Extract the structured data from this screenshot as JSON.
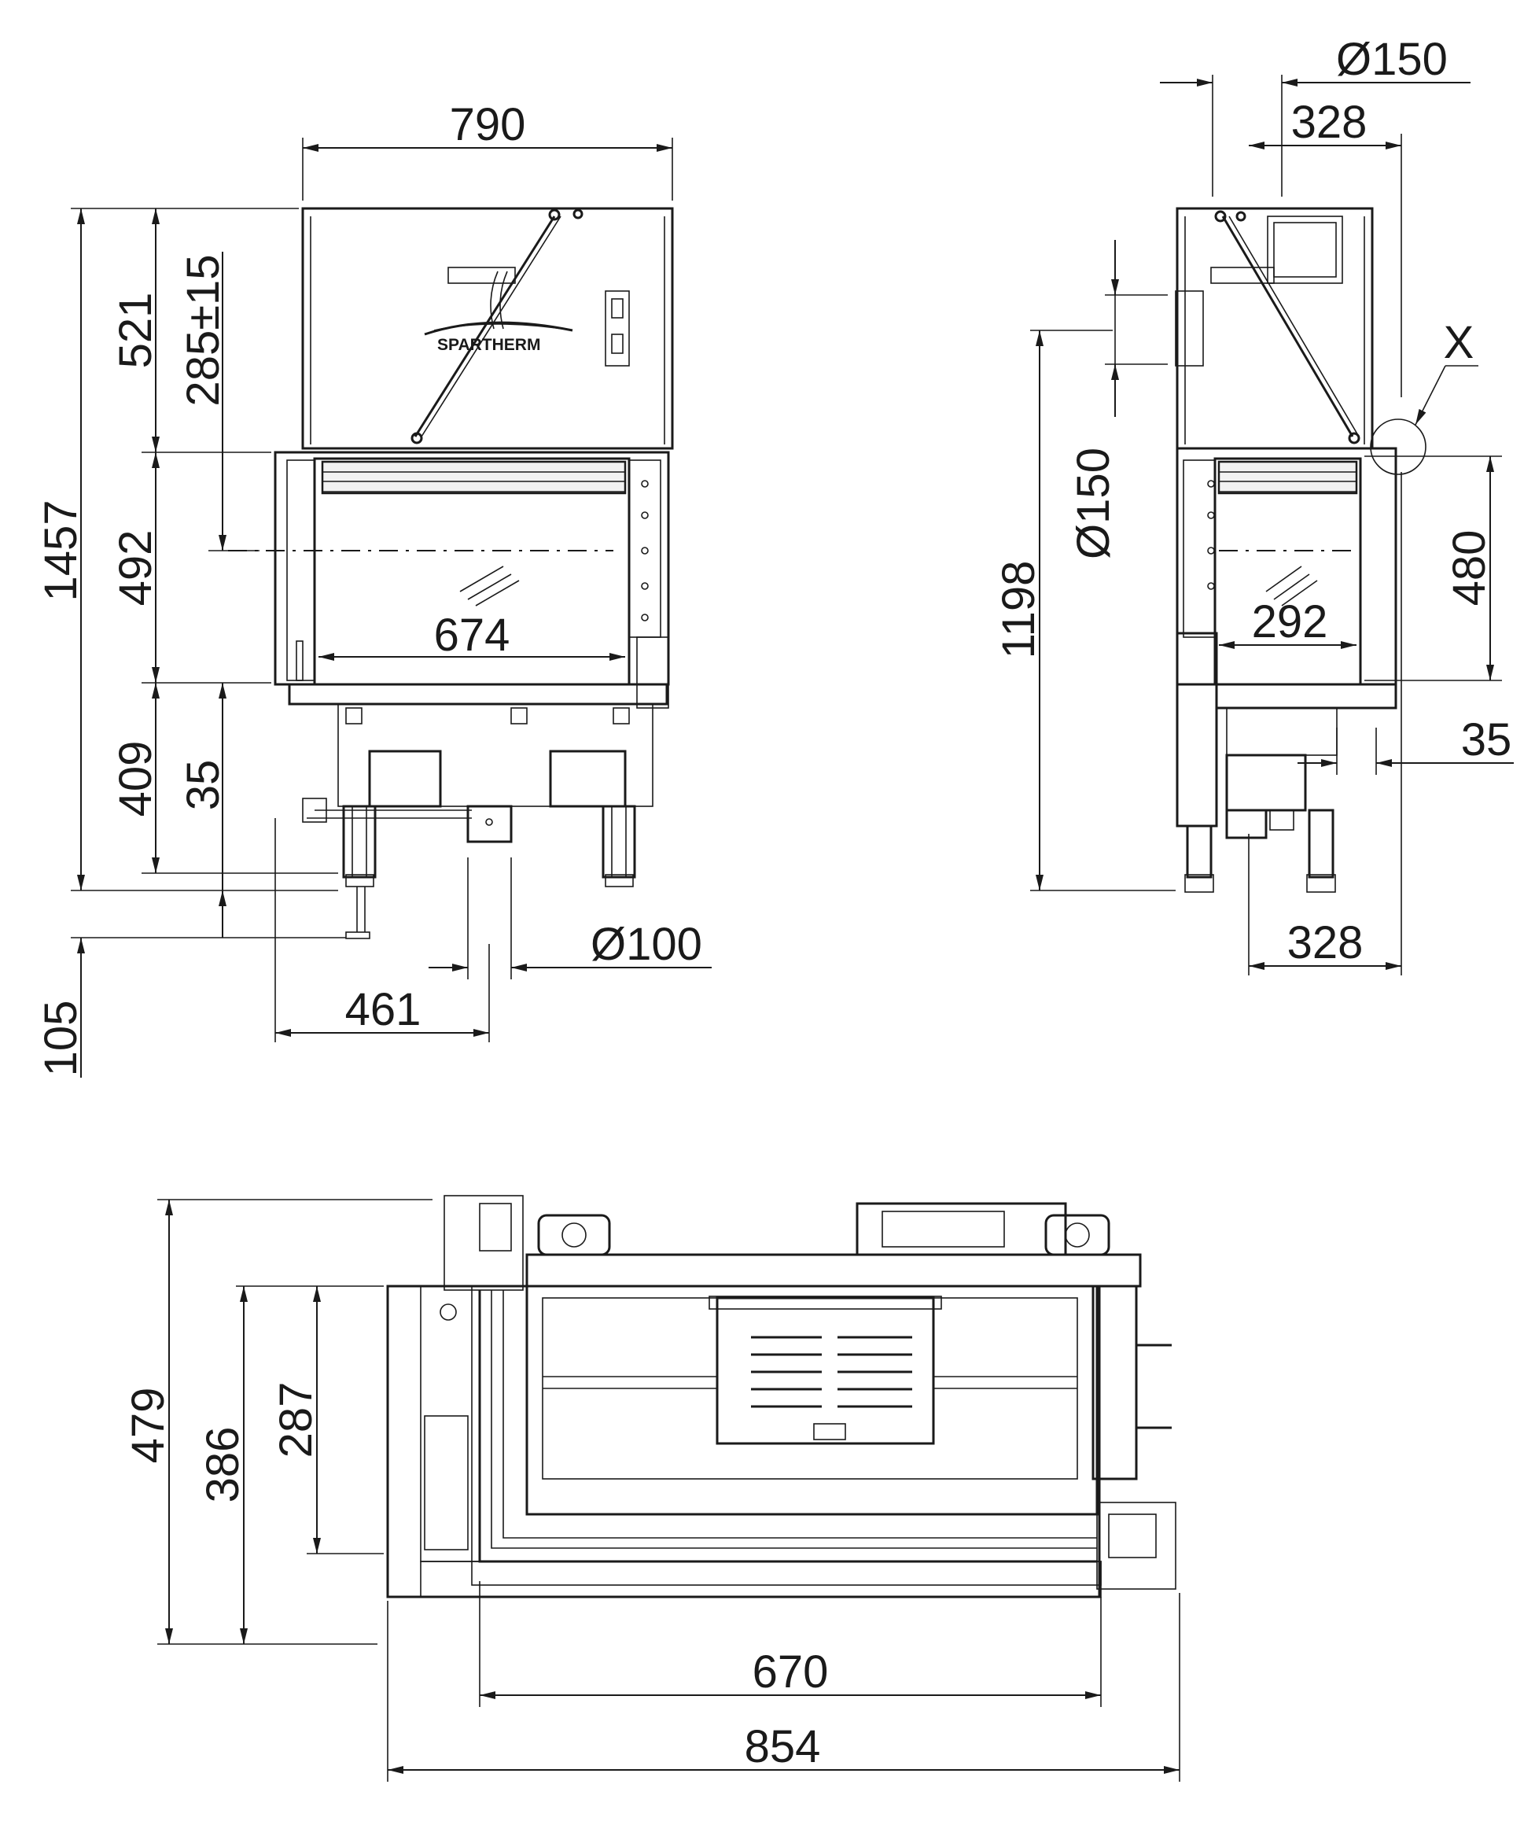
{
  "brand": "SPARTHERM",
  "front_view": {
    "width_top": "790",
    "height_total": "1457",
    "upper_part": "521",
    "flue_offset": "285±15",
    "door_height": "492",
    "bottom_height": "409",
    "adjust_range": "35",
    "foot_offset": "105",
    "glass_width": "674",
    "air_duct_diameter": "Ø100",
    "air_duct_offset": "461"
  },
  "side_view": {
    "flue_diameter_top": "Ø150",
    "flue_offset_top": "328",
    "flue_diameter_side": "Ø150",
    "height_to_flue": "1198",
    "detail_label": "X",
    "glass_height": "480",
    "glass_width": "292",
    "step": "35",
    "depth_bottom": "328"
  },
  "plan_view": {
    "depth_total": "479",
    "depth_inner": "386",
    "glass_depth": "287",
    "inner_width": "670",
    "outer_width": "854"
  }
}
